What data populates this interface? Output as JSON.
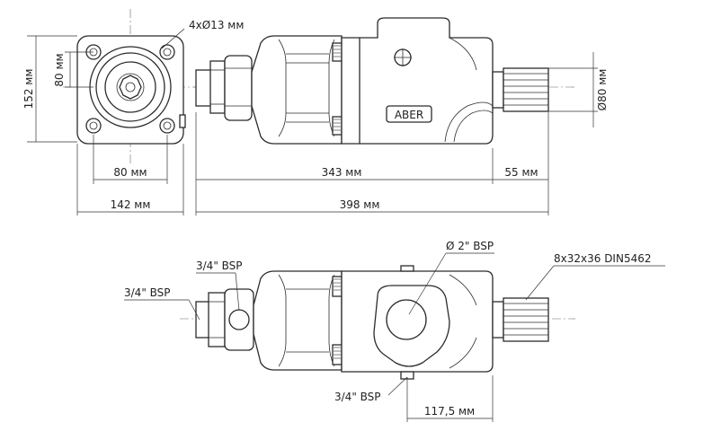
{
  "dimensions": {
    "holes": "4xØ13 мм",
    "flange_height": "152 мм",
    "bolt_vertical": "80 мм",
    "bolt_horizontal": "80 мм",
    "flange_width": "142 мм",
    "body_length": "343 мм",
    "shaft_length": "55 мм",
    "total_length": "398 мм",
    "shaft_diameter": "Ø80 мм",
    "port_offset": "117,5 мм"
  },
  "ports": {
    "main_port": "Ø 2\" BSP",
    "port_top": "3/4\" BSP",
    "port_left": "3/4\" BSP",
    "port_bottom": "3/4\" BSP",
    "spline": "8x32x36 DIN5462"
  },
  "brand": "ABER"
}
